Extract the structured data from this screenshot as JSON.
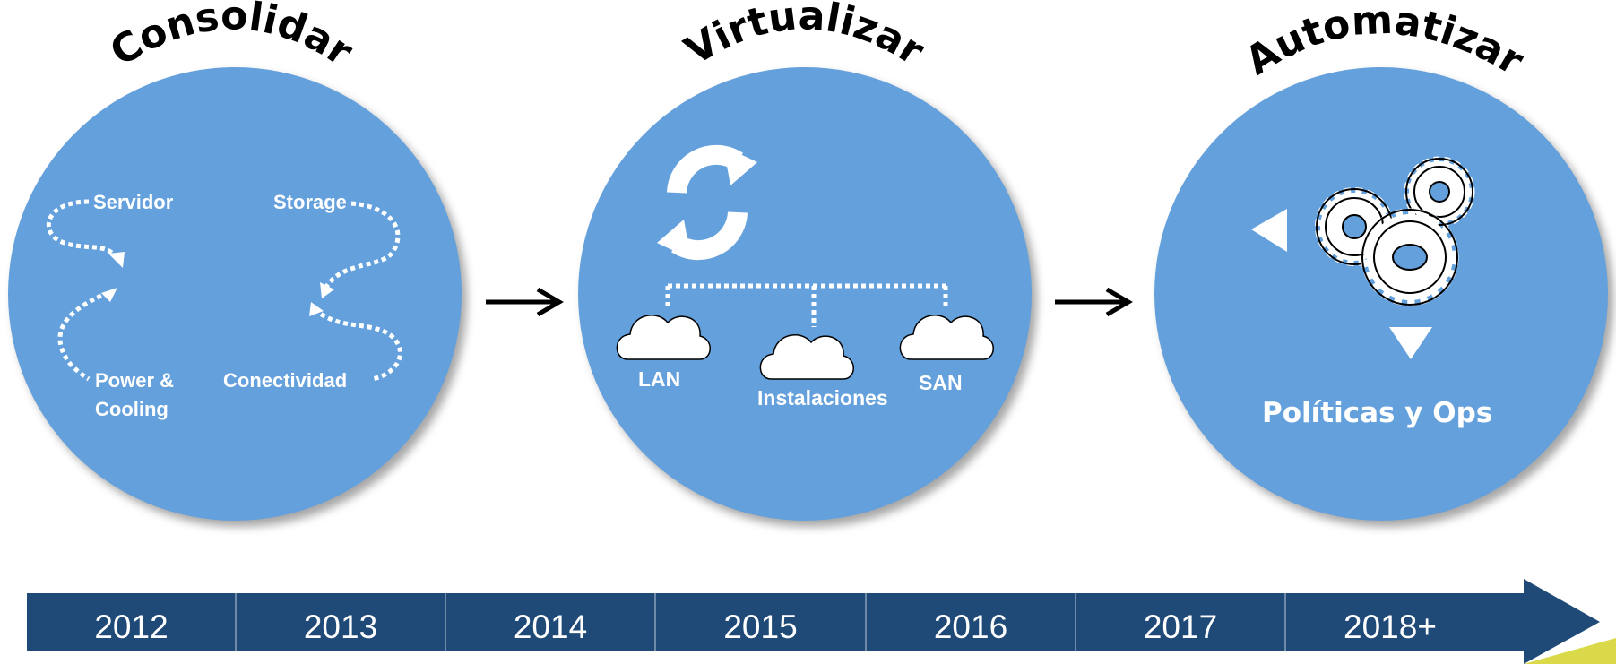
{
  "stages": [
    {
      "title": "Consolidar",
      "labels": {
        "servidor": "Servidor",
        "storage": "Storage",
        "power": "Power &",
        "cooling": "Cooling",
        "conectividad": "Conectividad"
      }
    },
    {
      "title": "Virtualizar",
      "labels": {
        "lan": "LAN",
        "instalaciones": "Instalaciones",
        "san": "SAN"
      },
      "icons": [
        "refresh-icon",
        "cloud-icon",
        "cloud-icon",
        "cloud-icon"
      ]
    },
    {
      "title": "Automatizar",
      "labels": {
        "politicas": "Políticas y Ops"
      },
      "icons": [
        "triangle-left-icon",
        "gears-icon",
        "triangle-down-icon"
      ]
    }
  ],
  "timeline": {
    "years": [
      "2012",
      "2013",
      "2014",
      "2015",
      "2016",
      "2017",
      "2018+"
    ]
  },
  "colors": {
    "circle": "#64a0dc",
    "timeline": "#1f4a78",
    "accent": "#d9d94a"
  }
}
